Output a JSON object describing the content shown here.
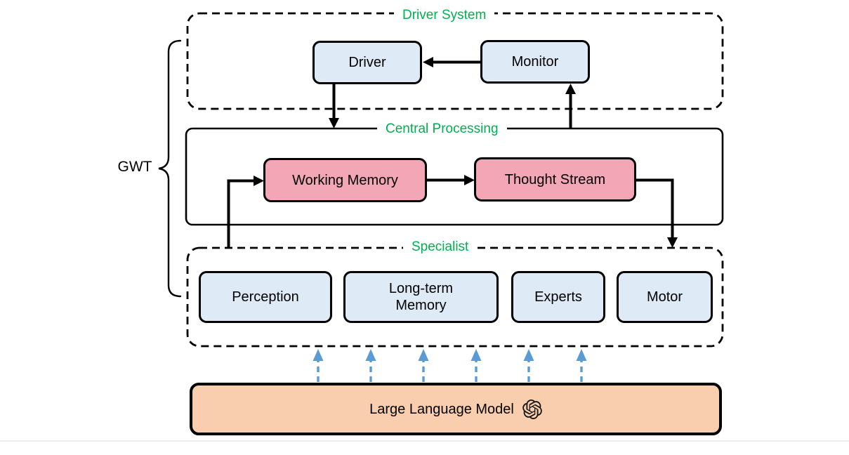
{
  "diagram": {
    "gwt_label": "GWT",
    "driver_system": {
      "label": "Driver System",
      "nodes": {
        "driver": "Driver",
        "monitor": "Monitor"
      }
    },
    "central_processing": {
      "label": "Central Processing",
      "nodes": {
        "working_memory": "Working Memory",
        "thought_stream": "Thought Stream"
      }
    },
    "specialist": {
      "label": "Specialist",
      "nodes": {
        "perception": "Perception",
        "long_term_memory": "Long-term Memory",
        "experts": "Experts",
        "motor": "Motor"
      }
    },
    "llm": {
      "label": "Large Language Model",
      "icon": "openai-logo"
    },
    "colors": {
      "container_label_green": "#00B050",
      "node_blue_fill": "#DEEBF7",
      "node_pink_fill": "#F3A6B5",
      "llm_orange_fill": "#F9CEAF",
      "llm_arrow_blue": "#5B9BD5",
      "line_black": "#000000"
    }
  }
}
